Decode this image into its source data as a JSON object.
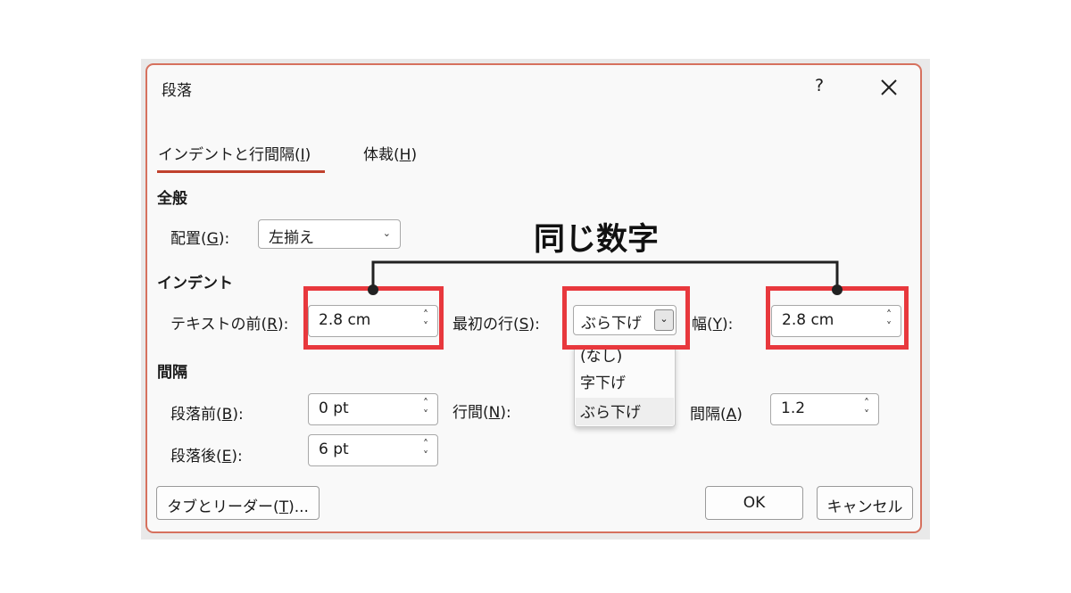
{
  "dialog": {
    "title": "段落",
    "help": "?",
    "tabs": [
      {
        "label": "インデントと行間隔(",
        "key": "I",
        "suffix": ")"
      },
      {
        "label": "体裁(",
        "key": "H",
        "suffix": ")"
      }
    ],
    "general": {
      "heading": "全般",
      "alignment_label": "配置(",
      "alignment_key": "G",
      "alignment_suffix": "):",
      "alignment_value": "左揃え"
    },
    "indent": {
      "heading": "インデント",
      "before_text_label": "テキストの前(",
      "before_text_key": "R",
      "before_text_suffix": "):",
      "before_text_value": "2.8 cm",
      "first_line_label": "最初の行(",
      "first_line_key": "S",
      "first_line_suffix": "):",
      "first_line_value": "ぶら下げ",
      "width_label": "幅(",
      "width_key": "Y",
      "width_suffix": "):",
      "width_value": "2.8 cm"
    },
    "first_line_options": [
      "(なし)",
      "字下げ",
      "ぶら下げ"
    ],
    "spacing": {
      "heading": "間隔",
      "before_label": "段落前(",
      "before_key": "B",
      "before_suffix": "):",
      "before_value": "0 pt",
      "after_label": "段落後(",
      "after_key": "E",
      "after_suffix": "):",
      "after_value": "6 pt",
      "line_label": "行間(",
      "line_key": "N",
      "line_suffix": "):",
      "interval_label": "間隔(",
      "interval_key": "A",
      "interval_suffix": ")",
      "interval_value": "1.2"
    },
    "buttons": {
      "tabs_leader_label": "タブとリーダー(",
      "tabs_leader_key": "T",
      "tabs_leader_suffix": ")...",
      "ok": "OK",
      "cancel": "キャンセル"
    }
  },
  "annotation": {
    "text": "同じ数字",
    "highlight_color": "#e8383d"
  }
}
